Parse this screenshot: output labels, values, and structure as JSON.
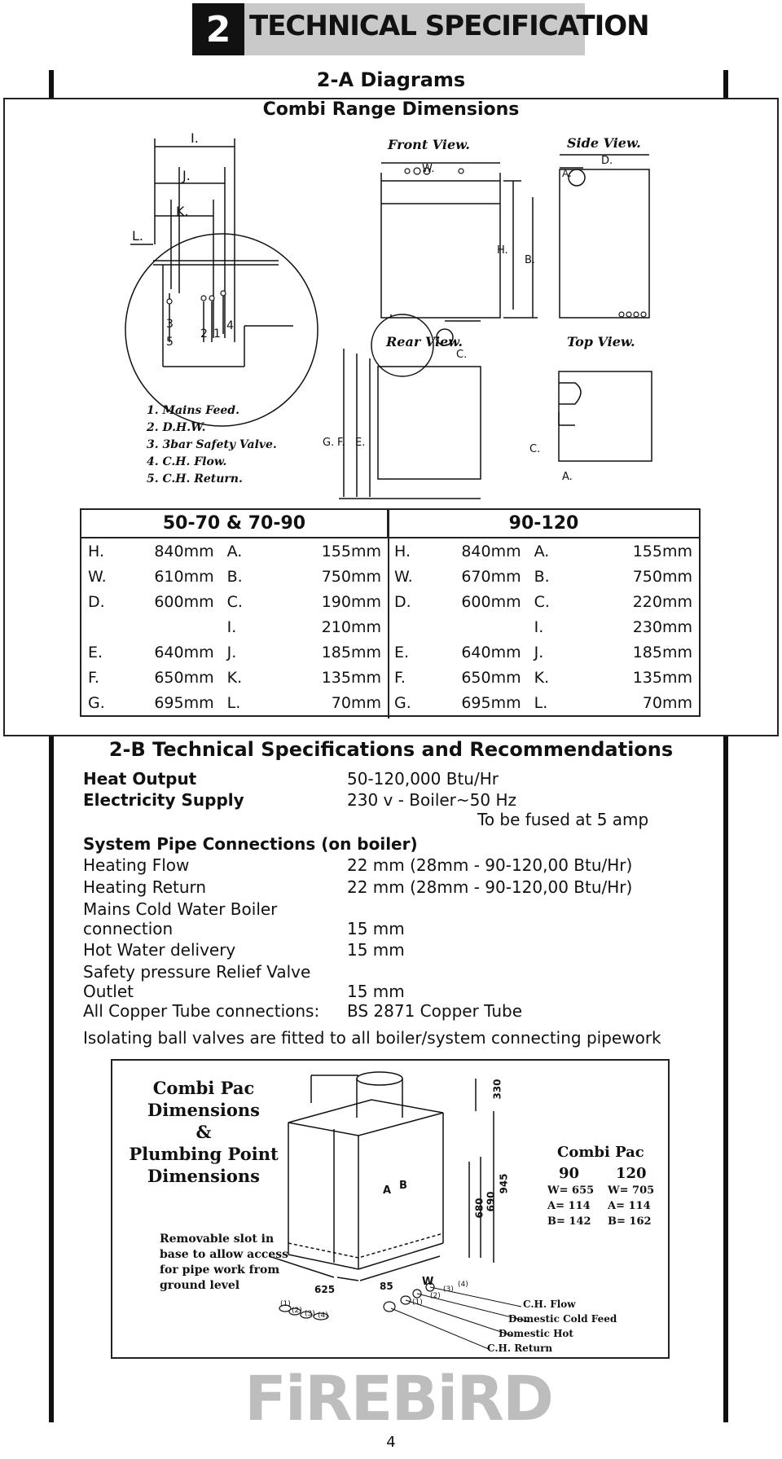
{
  "header": {
    "number": "2",
    "title": "TECHNICAL SPECIFICATION"
  },
  "section_a": {
    "title": "2-A Diagrams",
    "box_title": "Combi Range Dimensions",
    "views": {
      "front": "Front View.",
      "side": "Side View.",
      "rear": "Rear View.",
      "top": "Top View."
    },
    "dim_letters": {
      "I": "I.",
      "J": "J.",
      "K": "K.",
      "L": "L.",
      "W": "W.",
      "H": "H.",
      "B": "B.",
      "A": "A.",
      "D": "D.",
      "C": "C.",
      "G": "G.",
      "F": "F.",
      "E": "E."
    },
    "detail_numbers": [
      "3",
      "5",
      "2",
      "1",
      "4"
    ],
    "legend": [
      "1. Mains Feed.",
      "2. D.H.W.",
      "3. 3bar Safety Valve.",
      "4. C.H. Flow.",
      "5. C.H. Return."
    ],
    "table": {
      "headers": [
        "50-70 & 70-90",
        "90-120"
      ],
      "rows": [
        [
          "H.",
          "840mm",
          "A.",
          "155mm",
          "H.",
          "840mm",
          "A.",
          "155mm"
        ],
        [
          "W.",
          "610mm",
          "B.",
          "750mm",
          "W.",
          "670mm",
          "B.",
          "750mm"
        ],
        [
          "D.",
          "600mm",
          "C.",
          "190mm",
          "D.",
          "600mm",
          "C.",
          "220mm"
        ],
        [
          "",
          "",
          "I.",
          "210mm",
          "",
          "",
          "I.",
          "230mm"
        ],
        [
          "E.",
          "640mm",
          "J.",
          "185mm",
          "E.",
          "640mm",
          "J.",
          "185mm"
        ],
        [
          "F.",
          "650mm",
          "K.",
          "135mm",
          "F.",
          "650mm",
          "K.",
          "135mm"
        ],
        [
          "G.",
          "695mm",
          "L.",
          "70mm",
          "G.",
          "695mm",
          "L.",
          "70mm"
        ]
      ]
    }
  },
  "section_b": {
    "title": "2-B Technical Specifications and Recommendations",
    "heat_output": {
      "label": "Heat Output",
      "value": "50-120,000 Btu/Hr"
    },
    "electricity": {
      "label": "Electricity Supply",
      "value": "230 v - Boiler~50 Hz",
      "note": "To be fused at 5 amp"
    },
    "pipe_heading": "System Pipe Connections (on boiler)",
    "heating_flow": {
      "label": "Heating Flow",
      "value": "22 mm (28mm - 90-120,00 Btu/Hr)"
    },
    "heating_return": {
      "label": "Heating Return",
      "value": "22 mm (28mm - 90-120,00 Btu/Hr)"
    },
    "mains_cold": {
      "label_line1": "Mains Cold Water Boiler",
      "label_line2": "connection",
      "value": "15 mm"
    },
    "hot_water": {
      "label": "Hot Water delivery",
      "value": "15 mm"
    },
    "safety_valve": {
      "label_line1": "Safety pressure Relief Valve",
      "label_line2": "Outlet",
      "value": "15 mm"
    },
    "copper": {
      "label": "All Copper Tube connections:",
      "value": "BS 2871 Copper Tube"
    },
    "isolating_note": "Isolating ball valves are fitted to all boiler/system connecting pipework"
  },
  "combi_pac": {
    "title_lines": [
      "Combi Pac",
      "Dimensions",
      "&",
      "Plumbing Point",
      "Dimensions"
    ],
    "note_lines": [
      "Removable slot in",
      "base to allow access",
      "for pipe work from",
      "ground level"
    ],
    "dims": {
      "d330": "330",
      "d680": "680",
      "d690": "690",
      "d945": "945",
      "d625": "625",
      "d85": "85",
      "w": "W",
      "a": "A",
      "b": "B"
    },
    "points": [
      "(1)",
      "(2)",
      "(3)",
      "(4)"
    ],
    "spec_title": "Combi Pac",
    "models": [
      "90",
      "120"
    ],
    "col90": [
      "W= 655",
      "A= 114",
      "B= 142"
    ],
    "col120": [
      "W= 705",
      "A= 114",
      "B= 162"
    ],
    "pipe_labels": [
      "C.H. Flow",
      "Domestic Cold Feed",
      "Domestic Hot",
      "C.H. Return"
    ]
  },
  "logo": "FiREBiRD",
  "page_number": "4"
}
